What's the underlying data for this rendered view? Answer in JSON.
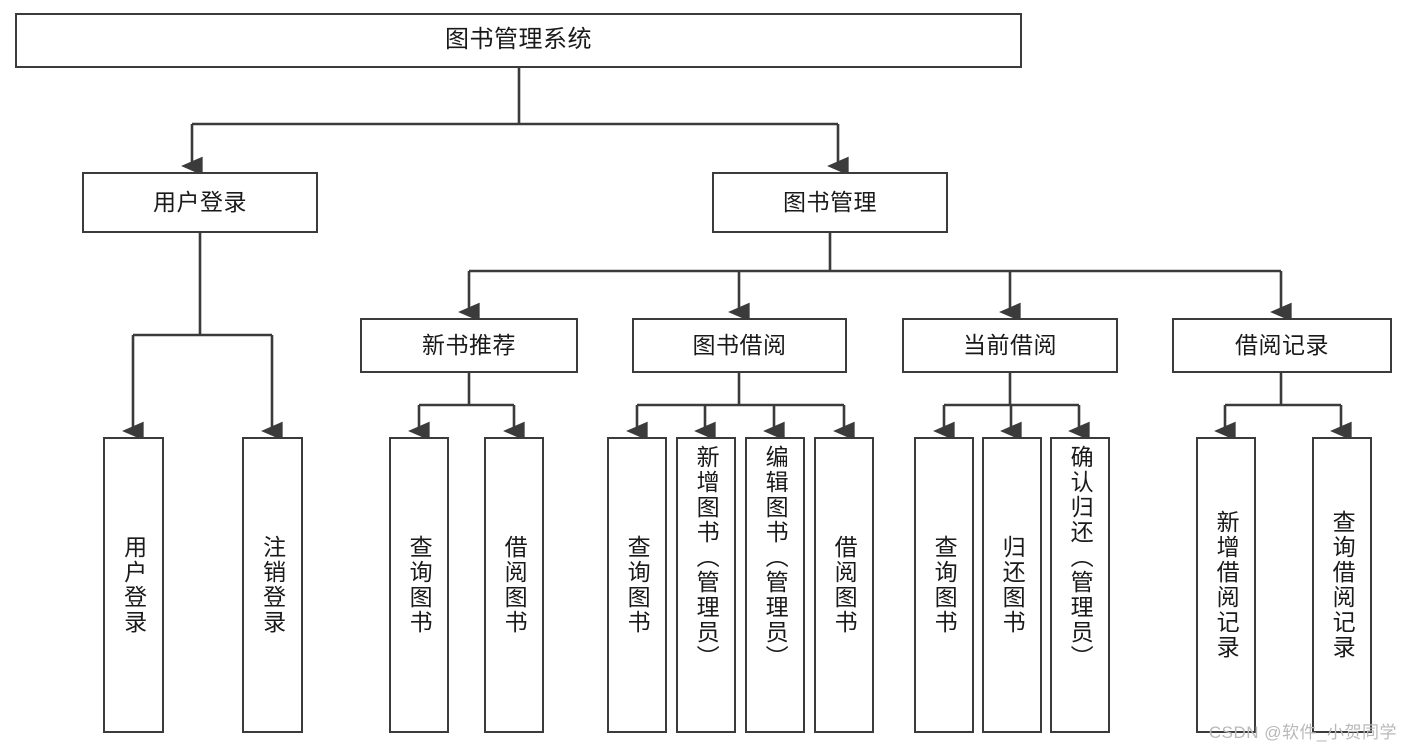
{
  "diagram": {
    "type": "tree",
    "title": "图书管理系统",
    "orientation": "top-down",
    "line_color": "#3b3b3b",
    "box_fill": "#ffffff",
    "text_color": "#1a1a1a",
    "watermark": "CSDN @软件_小贺同学",
    "levels": [
      {
        "level": 1,
        "nodes": [
          {
            "id": "root",
            "label": "图书管理系统"
          }
        ]
      },
      {
        "level": 2,
        "nodes": [
          {
            "id": "user-login",
            "label": "用户登录",
            "parent": "root"
          },
          {
            "id": "book-manage",
            "label": "图书管理",
            "parent": "root"
          }
        ]
      },
      {
        "level": 3,
        "nodes": [
          {
            "id": "new-book-rec",
            "label": "新书推荐",
            "parent": "book-manage"
          },
          {
            "id": "book-borrow",
            "label": "图书借阅",
            "parent": "book-manage"
          },
          {
            "id": "current-borrow",
            "label": "当前借阅",
            "parent": "book-manage"
          },
          {
            "id": "borrow-record",
            "label": "借阅记录",
            "parent": "book-manage"
          }
        ]
      },
      {
        "level": 4,
        "nodes": [
          {
            "id": "leaf-user-login",
            "label": "用户登录",
            "parent": "user-login"
          },
          {
            "id": "leaf-logout",
            "label": "注销登录",
            "parent": "user-login"
          },
          {
            "id": "leaf-query-book-1",
            "label": "查询图书",
            "parent": "new-book-rec"
          },
          {
            "id": "leaf-borrow-book-1",
            "label": "借阅图书",
            "parent": "new-book-rec"
          },
          {
            "id": "leaf-query-book-2",
            "label": "查询图书",
            "parent": "book-borrow"
          },
          {
            "id": "leaf-add-book",
            "label": "新增图书（管理员）",
            "parent": "book-borrow"
          },
          {
            "id": "leaf-edit-book",
            "label": "编辑图书（管理员）",
            "parent": "book-borrow"
          },
          {
            "id": "leaf-borrow-book-2",
            "label": "借阅图书",
            "parent": "book-borrow"
          },
          {
            "id": "leaf-query-book-3",
            "label": "查询图书",
            "parent": "current-borrow"
          },
          {
            "id": "leaf-return-book",
            "label": "归还图书",
            "parent": "current-borrow"
          },
          {
            "id": "leaf-confirm-return",
            "label": "确认归还（管理员）",
            "parent": "current-borrow"
          },
          {
            "id": "leaf-add-record",
            "label": "新增借阅记录",
            "parent": "borrow-record"
          },
          {
            "id": "leaf-query-record",
            "label": "查询借阅记录",
            "parent": "borrow-record"
          }
        ]
      }
    ]
  }
}
